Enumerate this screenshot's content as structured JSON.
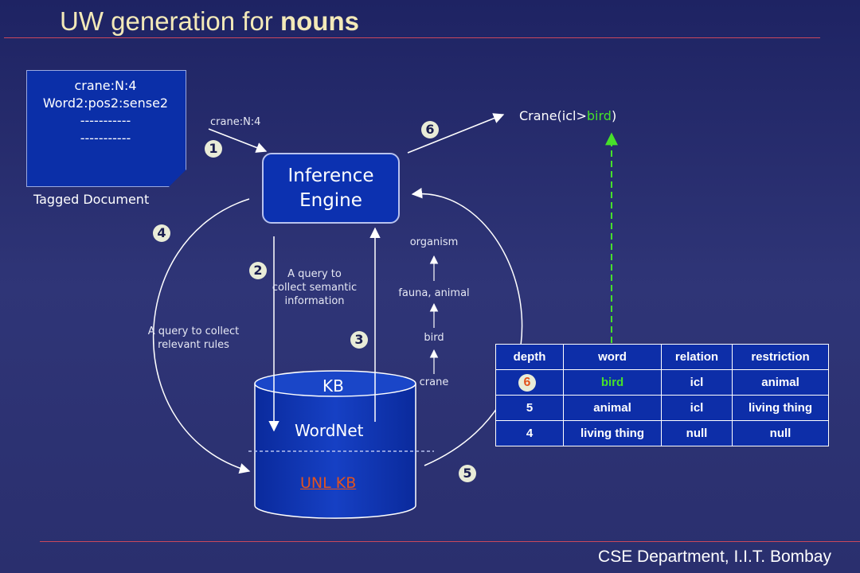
{
  "title": {
    "prefix": "UW generation for ",
    "bold": "nouns"
  },
  "footer": "CSE Department, I.I.T. Bombay",
  "tagged_document": {
    "lines": [
      "crane:N:4",
      "Word2:pos2:sense2",
      "-----------",
      "-----------"
    ],
    "caption": "Tagged Document"
  },
  "inference_engine": {
    "line1": "Inference",
    "line2": "Engine"
  },
  "kb": {
    "top": "KB",
    "wordnet": "WordNet",
    "unl": "UNL KB"
  },
  "edge_labels": {
    "input": "crane:N:4",
    "semantic_query": [
      "A query to",
      "collect semantic",
      "information"
    ],
    "rules_query": [
      "A query to collect",
      "relevant rules"
    ]
  },
  "output": {
    "prefix": "Crane(icl>",
    "highlight": "bird",
    "suffix": ")"
  },
  "hierarchy": [
    "organism",
    "fauna, animal",
    "bird",
    "crane"
  ],
  "steps": [
    "1",
    "2",
    "3",
    "4",
    "5",
    "6"
  ],
  "table": {
    "headers": [
      "depth",
      "word",
      "relation",
      "restriction"
    ],
    "rows": [
      [
        "6",
        "bird",
        "icl",
        "animal"
      ],
      [
        "5",
        "animal",
        "icl",
        "living thing"
      ],
      [
        "4",
        "living thing",
        "null",
        "null"
      ]
    ]
  },
  "colors": {
    "title": "#f3e9b8",
    "highlight": "#47e02a",
    "link": "#e2531f",
    "box_fill": "#0c31b0",
    "background": "#2f3577"
  }
}
